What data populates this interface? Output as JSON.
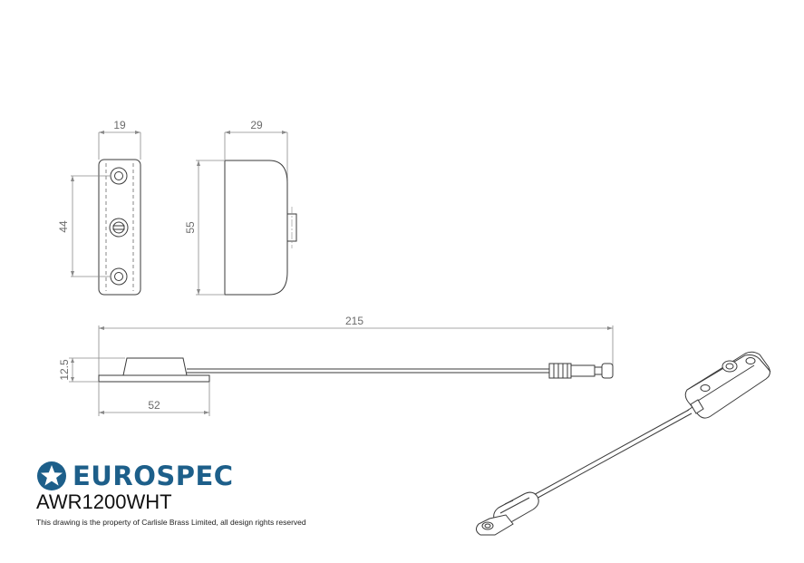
{
  "dimensions": {
    "front_width": "19",
    "side_width": "29",
    "hole_spacing": "44",
    "body_height": "55",
    "overall_length": "215",
    "base_height": "12.5",
    "base_length": "52"
  },
  "brand": {
    "name": "EUROSPEC",
    "color": "#1d5f8a",
    "logo_icon": "star-circle-icon"
  },
  "product_code": "AWR1200WHT",
  "disclaimer": "This drawing is the property of Carlisle Brass Limited, all design rights reserved"
}
